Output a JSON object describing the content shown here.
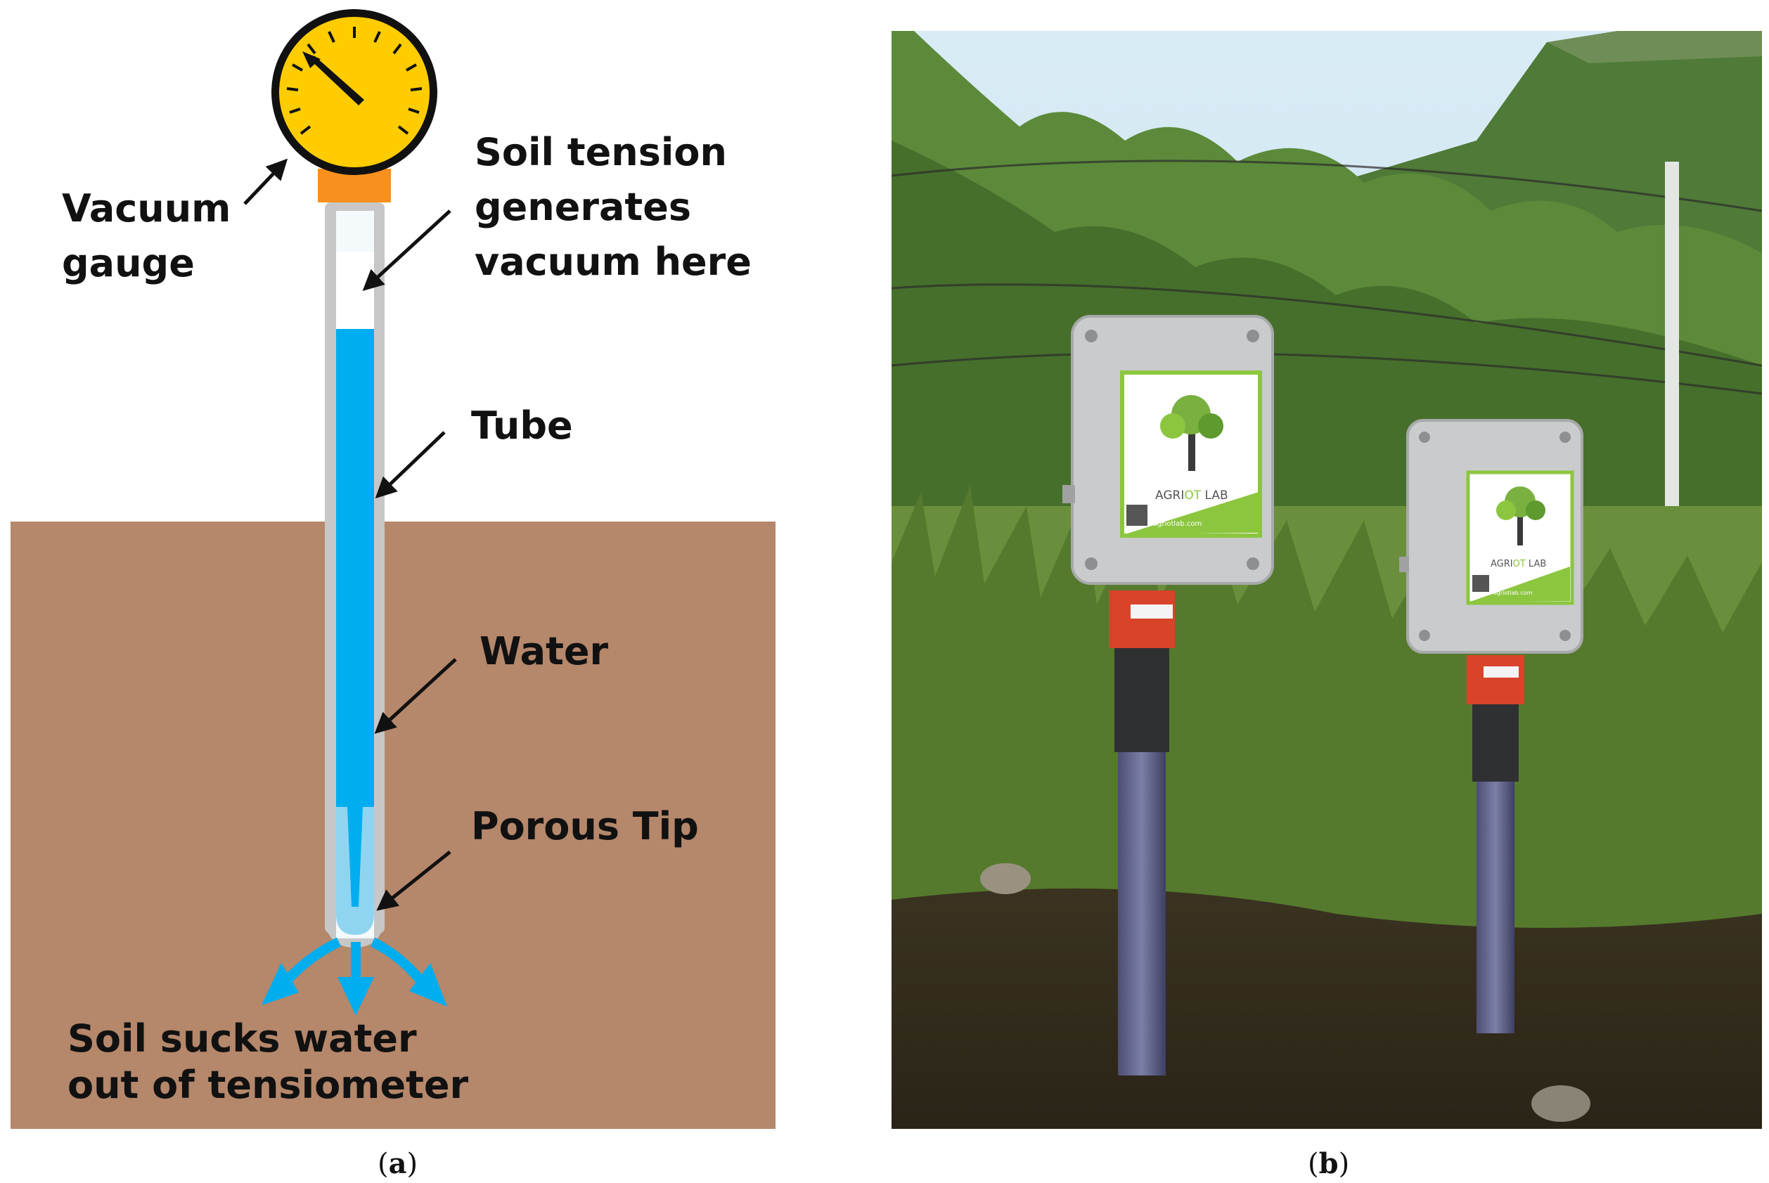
{
  "panel_a": {
    "labels": {
      "vacuum_gauge_line1": "Vacuum",
      "vacuum_gauge_line2": "gauge",
      "soil_tension_line1": "Soil tension",
      "soil_tension_line2": "generates",
      "soil_tension_line3": "vacuum here",
      "tube": "Tube",
      "water": "Water",
      "porous_tip": "Porous Tip",
      "soil_sucks_line1": "Soil sucks water",
      "soil_sucks_line2": "out of tensiometer"
    },
    "caption_open": "(",
    "caption_letter": "a",
    "caption_close": ")",
    "colors": {
      "soil": "#b5876b",
      "water": "#00aeef",
      "tube": "#c7c7c7",
      "gauge_face": "#ffcc00",
      "gauge_connector": "#f7901e",
      "arrows": "#111111"
    }
  },
  "panel_b": {
    "device_brand_left": "AGRI",
    "device_brand_mid": "OT",
    "device_brand_right": " LAB",
    "device_website": "agriotlab.com",
    "caption_open": "(",
    "caption_letter": "b",
    "caption_close": ")",
    "colors": {
      "sky": "#cfe6f2",
      "foliage": "#5c8a3a",
      "enclosure": "#c9cbcc",
      "logo_green": "#8cc63f",
      "collar_red": "#d8432a"
    }
  }
}
